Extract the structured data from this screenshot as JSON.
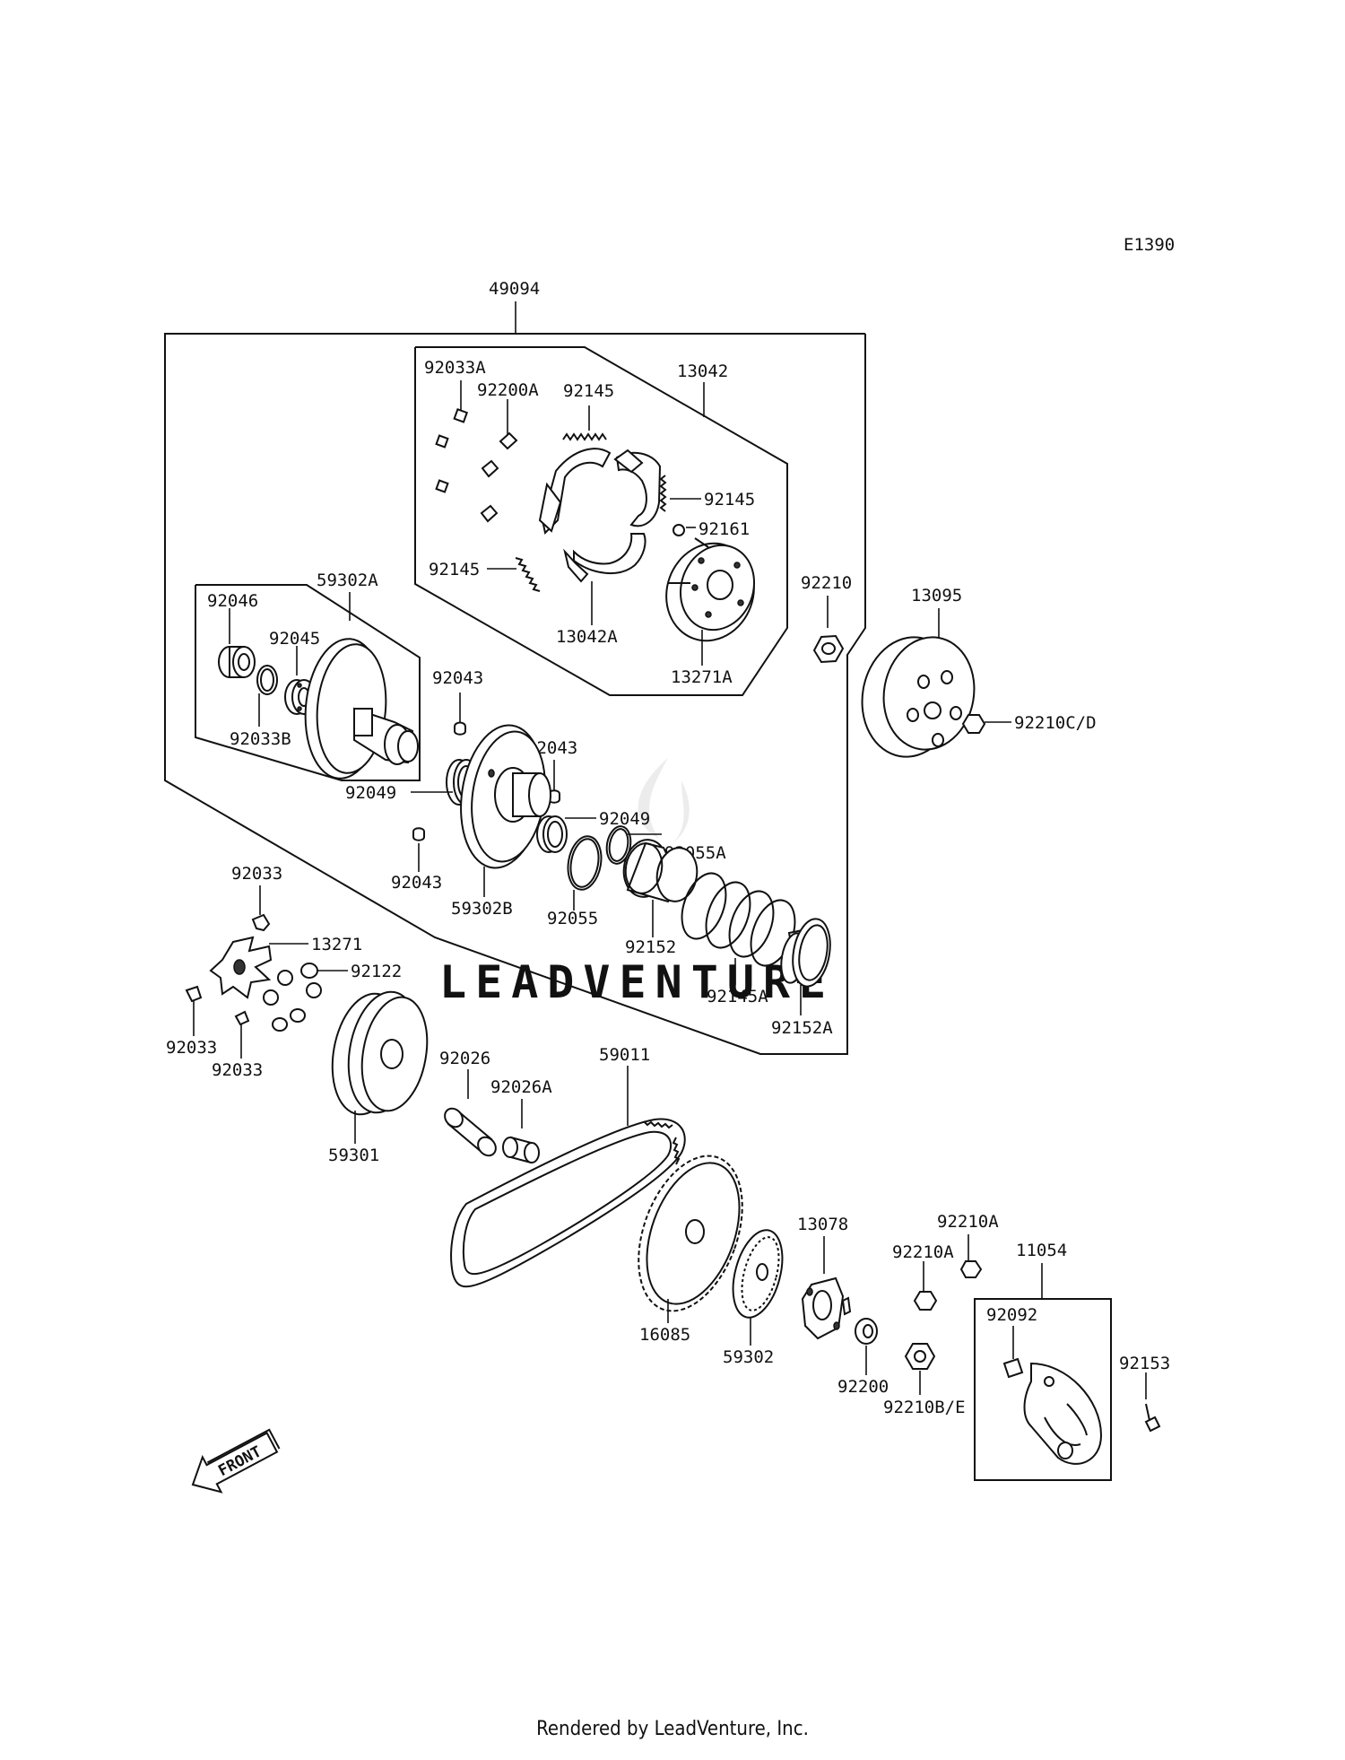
{
  "diagram": {
    "code": "E1390",
    "watermark": "LEADVENTURE",
    "front_label": "FRONT",
    "labels": {
      "l49094": "49094",
      "l13042": "13042",
      "l92033A": "92033A",
      "l92200A": "92200A",
      "l92145a": "92145",
      "l92145b": "92145",
      "l92145c": "92145",
      "l92161": "92161",
      "l13042A": "13042A",
      "l13271A": "13271A",
      "l92210": "92210",
      "l13095": "13095",
      "l92210CD": "92210C/D",
      "l59302A": "59302A",
      "l92046": "92046",
      "l92045": "92045",
      "l92033B": "92033B",
      "l92043a": "92043",
      "l92043b": "92043",
      "l92043c": "92043",
      "l92049a": "92049",
      "l92049b": "92049",
      "l92055A": "92055A",
      "l59302B": "59302B",
      "l92055": "92055",
      "l92152": "92152",
      "l92145A": "92145A",
      "l92152A": "92152A",
      "l92033a": "92033",
      "l13271": "13271",
      "l92122": "92122",
      "l92033b": "92033",
      "l92033c": "92033",
      "l59301": "59301",
      "l92026": "92026",
      "l92026A": "92026A",
      "l59011": "59011",
      "l16085": "16085",
      "l59302": "59302",
      "l13078": "13078",
      "l92210Aa": "92210A",
      "l92210Ab": "92210A",
      "l11054": "11054",
      "l92092": "92092",
      "l92153": "92153",
      "l92200": "92200",
      "l92210BE": "92210B/E"
    }
  },
  "footer": {
    "text": "Rendered by LeadVenture, Inc."
  }
}
